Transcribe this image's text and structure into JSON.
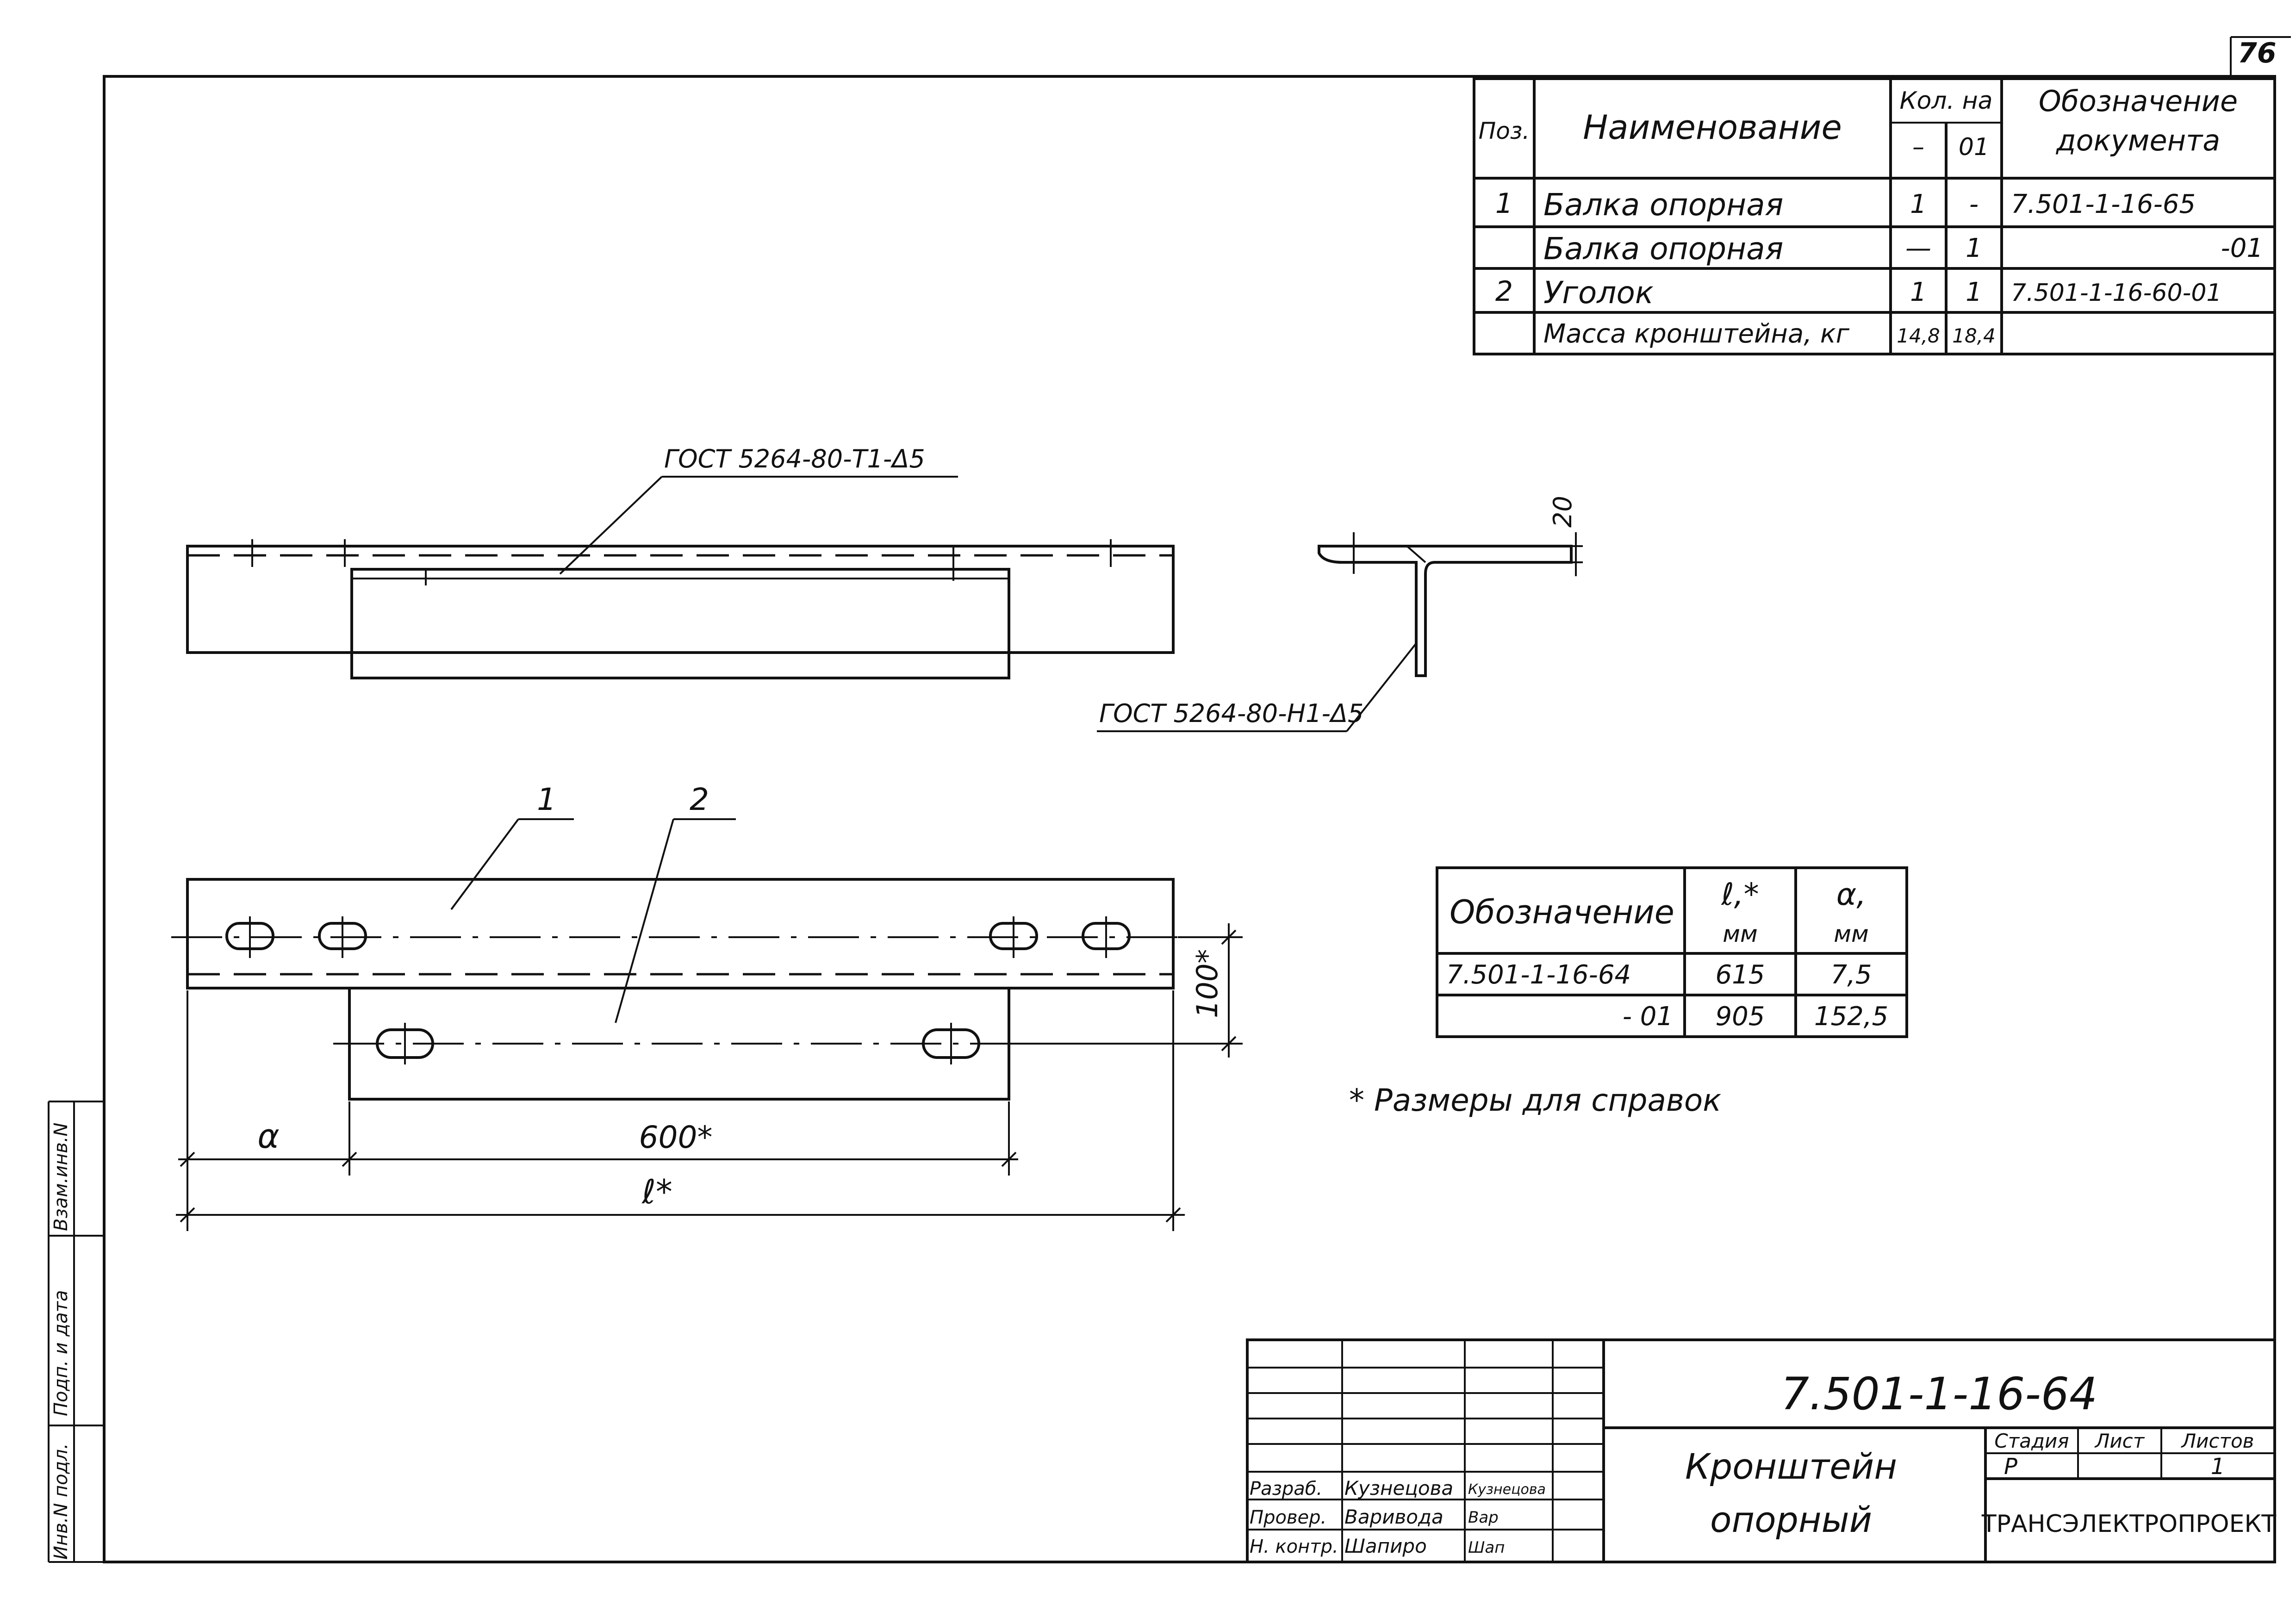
{
  "page_number": "76",
  "spec_table": {
    "header": {
      "pos": "Поз.",
      "name": "Наименование",
      "qty": "Кол. на",
      "qty_col1": "–",
      "qty_col2": "01",
      "doc_line1": "Обозначение",
      "doc_line2": "документа"
    },
    "rows": [
      {
        "pos": "1",
        "name": "Балка опорная",
        "q1": "1",
        "q2": "-",
        "doc": "7.501-1-16-65"
      },
      {
        "pos": "",
        "name": "Балка опорная",
        "q1": "—",
        "q2": "1",
        "doc": "-01"
      },
      {
        "pos": "2",
        "name": "Уголок",
        "q1": "1",
        "q2": "1",
        "doc": "7.501-1-16-60-01"
      },
      {
        "pos": "",
        "name": "Масса кронштейна, кг",
        "q1": "14,8",
        "q2": "18,4",
        "doc": ""
      }
    ]
  },
  "weld_labels": {
    "top": "ГОСТ 5264-80-Т1-Δ5",
    "section": "ГОСТ 5264-80-Н1-Δ5"
  },
  "dimensions": {
    "section_20": "20",
    "height_100": "100*",
    "length_600": "600*",
    "dim_a": "α",
    "dim_l": "ℓ*"
  },
  "callouts": {
    "pos1": "1",
    "pos2": "2"
  },
  "size_table": {
    "header": {
      "designation": "Обозначение",
      "l": "ℓ,*",
      "l_unit": "мм",
      "a": "α,",
      "a_unit": "мм"
    },
    "rows": [
      {
        "designation": "7.501-1-16-64",
        "l": "615",
        "a": "7,5"
      },
      {
        "designation": "- 01",
        "l": "905",
        "a": "152,5"
      }
    ]
  },
  "note": "* Размеры для справок",
  "side_stamp": {
    "col1": "Инв.N подл.",
    "col2": "Подп. и дата",
    "col3": "Взам.инв.N"
  },
  "title_block": {
    "doc_number": "7.501-1-16-64",
    "title_line1": "Кронштейн",
    "title_line2": "опорный",
    "stage_label": "Стадия",
    "sheet_label": "Лист",
    "sheets_label": "Листов",
    "stage": "Р",
    "sheet": "",
    "sheets": "1",
    "organization": "ТРАНСЭЛЕКТРОПРОЕКТ",
    "signers": [
      {
        "role": "Разраб.",
        "name": "Кузнецова",
        "signature": "Кузнецова"
      },
      {
        "role": "Провер.",
        "name": "Варивода",
        "signature": "Вар"
      },
      {
        "role": "Н. контр.",
        "name": "Шапиро",
        "signature": "Шап"
      }
    ]
  }
}
